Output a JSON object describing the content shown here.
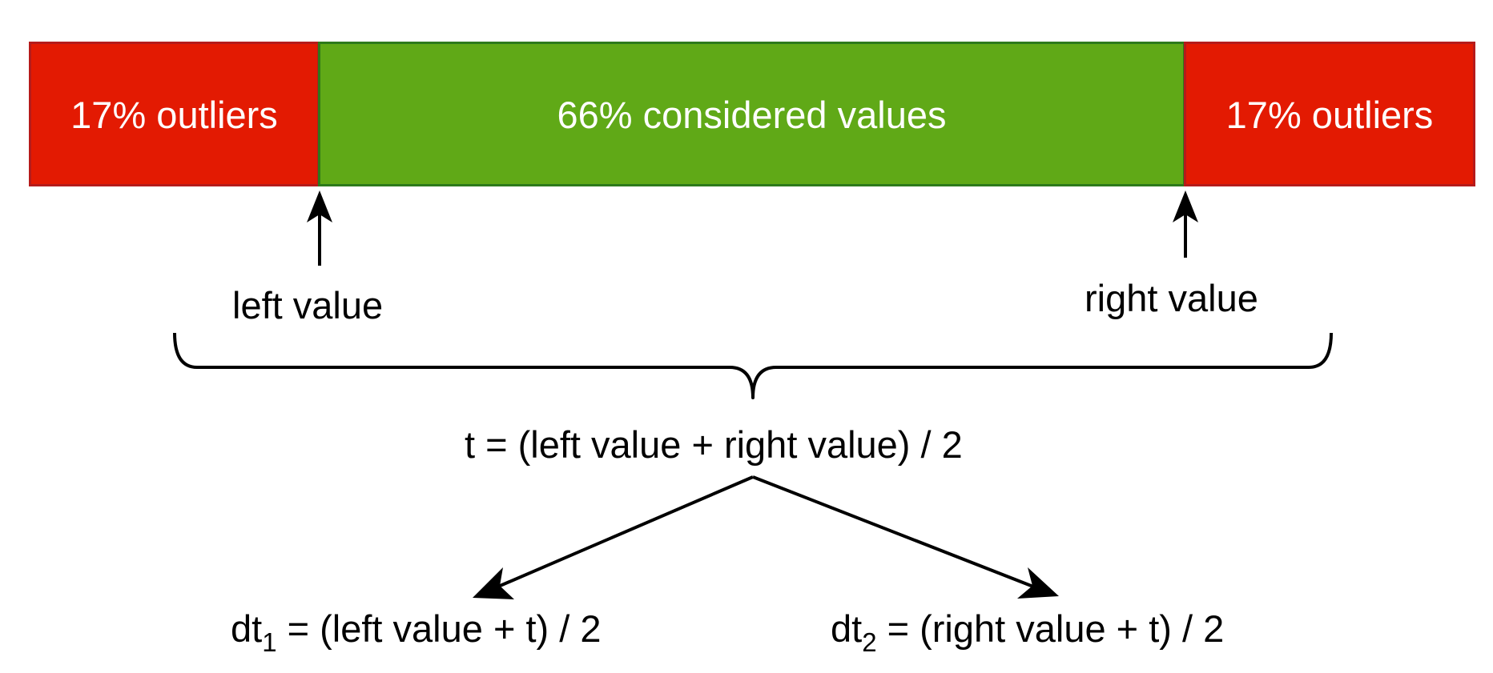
{
  "colors": {
    "outlier_fill": "#e31a02",
    "considered_fill": "#60a917",
    "text_on_bar": "#ffffff",
    "line": "#000000"
  },
  "bar": {
    "left_segment": "17% outliers",
    "middle_segment": "66% considered values",
    "right_segment": "17% outliers"
  },
  "markers": {
    "left_label": "left value",
    "right_label": "right value"
  },
  "formulas": {
    "t": "t = (left value + right value) / 2",
    "dt1_prefix": "dt",
    "dt1_sub": "1",
    "dt1_rest": " = (left value + t) / 2",
    "dt2_prefix": "dt",
    "dt2_sub": "2",
    "dt2_rest": " = (right value + t) / 2"
  }
}
